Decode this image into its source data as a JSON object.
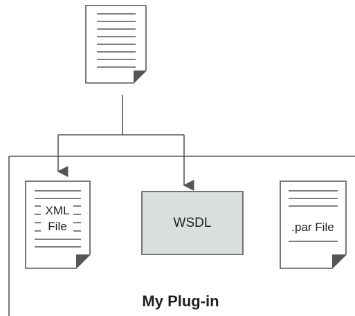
{
  "diagram": {
    "source_document": {
      "icon": "document-icon"
    },
    "container": {
      "title": "My Plug-in"
    },
    "items": {
      "xml_file": {
        "line1": "XML",
        "line2": "File",
        "icon": "document-icon"
      },
      "wsdl": {
        "label": "WSDL"
      },
      "par_file": {
        "label": ".par File",
        "icon": "document-icon"
      }
    },
    "colors": {
      "line": "#555555",
      "wsdl_fill": "#d9dfdf",
      "page_fold": "#555555"
    },
    "icons": {
      "arrow": "arrow-down-icon",
      "connector": "connector-icon"
    }
  }
}
